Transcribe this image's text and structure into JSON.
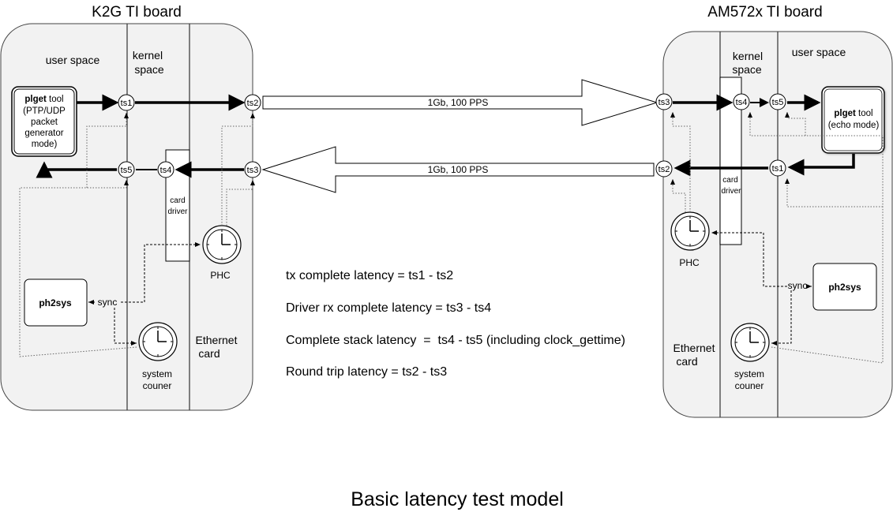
{
  "left_board": {
    "title": "K2G TI board",
    "user_space": "user space",
    "kernel_space": [
      "kernel",
      "space"
    ],
    "tool": {
      "name": "plget",
      "suffix": " tool",
      "lines": [
        "(PTP/UDP",
        "packet",
        "generator",
        "mode)"
      ]
    },
    "ts": {
      "ts1": "ts1",
      "ts2": "ts2",
      "ts3": "ts3",
      "ts4": "ts4",
      "ts5": "ts5"
    },
    "card_driver": [
      "card",
      "driver"
    ],
    "phc": "PHC",
    "ph2sys": "ph2sys",
    "sync": "sync",
    "ethernet_card": [
      "Ethernet",
      "card"
    ],
    "system_counter": [
      "system",
      "couner"
    ]
  },
  "right_board": {
    "title": "AM572x TI board",
    "user_space": "user space",
    "kernel_space": [
      "kernel",
      "space"
    ],
    "tool": {
      "name": "plget",
      "suffix": " tool",
      "lines": [
        "(echo mode)"
      ]
    },
    "ts": {
      "ts1": "ts1",
      "ts2": "ts2",
      "ts3": "ts3",
      "ts4": "ts4",
      "ts5": "ts5"
    },
    "card_driver": [
      "card",
      "driver"
    ],
    "phc": "PHC",
    "ph2sys": "ph2sys",
    "sync": "sync",
    "ethernet_card": [
      "Ethernet",
      "card"
    ],
    "system_counter": [
      "system",
      "couner"
    ]
  },
  "links": {
    "top": "1Gb, 100 PPS",
    "bottom": "1Gb, 100 PPS"
  },
  "formulas": [
    "tx complete latency = ts1 - ts2",
    "Driver rx complete latency = ts3 - ts4",
    "Complete stack latency  =  ts4 - ts5 (including clock_gettime)",
    "Round trip latency = ts2 - ts3"
  ],
  "caption": "Basic latency test model"
}
